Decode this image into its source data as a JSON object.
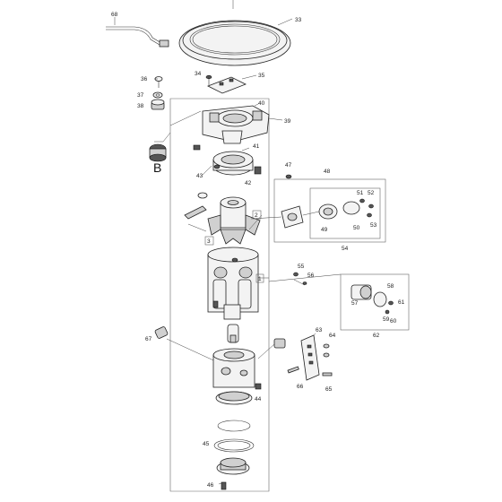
{
  "diagram": {
    "view_label": "B",
    "callouts": {
      "n33": "33",
      "n34": "34",
      "n35": "35",
      "n36": "36",
      "n37": "37",
      "n38": "38",
      "n39": "39",
      "n40": "40",
      "n41": "41",
      "n42": "42",
      "n43": "43",
      "n44": "44",
      "n45": "45",
      "n46": "46",
      "n47": "47",
      "n48": "48",
      "n49": "49",
      "n50": "50",
      "n51": "51",
      "n52": "52",
      "n53": "53",
      "n54": "54",
      "n55": "55",
      "n56": "56",
      "n57": "57",
      "n58": "58",
      "n59": "59",
      "n60": "60",
      "n61": "61",
      "n62": "62",
      "n63": "63",
      "n64": "64",
      "n65": "65",
      "n66": "66",
      "n67": "67",
      "n68": "68"
    },
    "reference_boxes": {
      "r1": "1",
      "r2": "2",
      "r3": "3"
    }
  }
}
